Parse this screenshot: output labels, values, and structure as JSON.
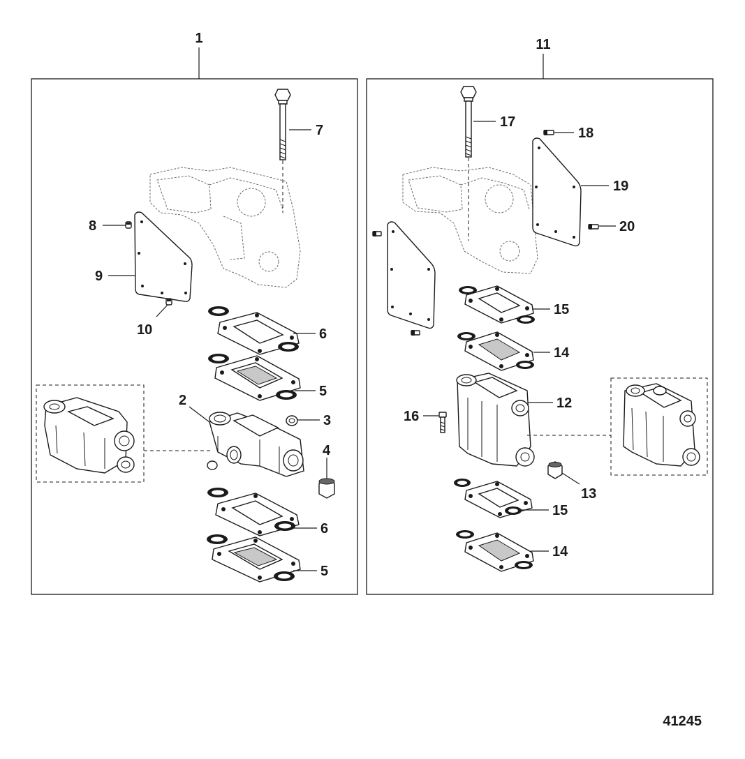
{
  "assemblies": [
    {
      "label": "1"
    },
    {
      "label": "11"
    }
  ],
  "callouts": {
    "c2": "2",
    "c3": "3",
    "c4": "4",
    "c5a": "5",
    "c5b": "5",
    "c6a": "6",
    "c6b": "6",
    "c7": "7",
    "c8": "8",
    "c9": "9",
    "c10": "10",
    "c12": "12",
    "c13": "13",
    "c14a": "14",
    "c14b": "14",
    "c15a": "15",
    "c15b": "15",
    "c16": "16",
    "c17": "17",
    "c18": "18",
    "c19": "19",
    "c20": "20"
  },
  "figure_number": "41245"
}
